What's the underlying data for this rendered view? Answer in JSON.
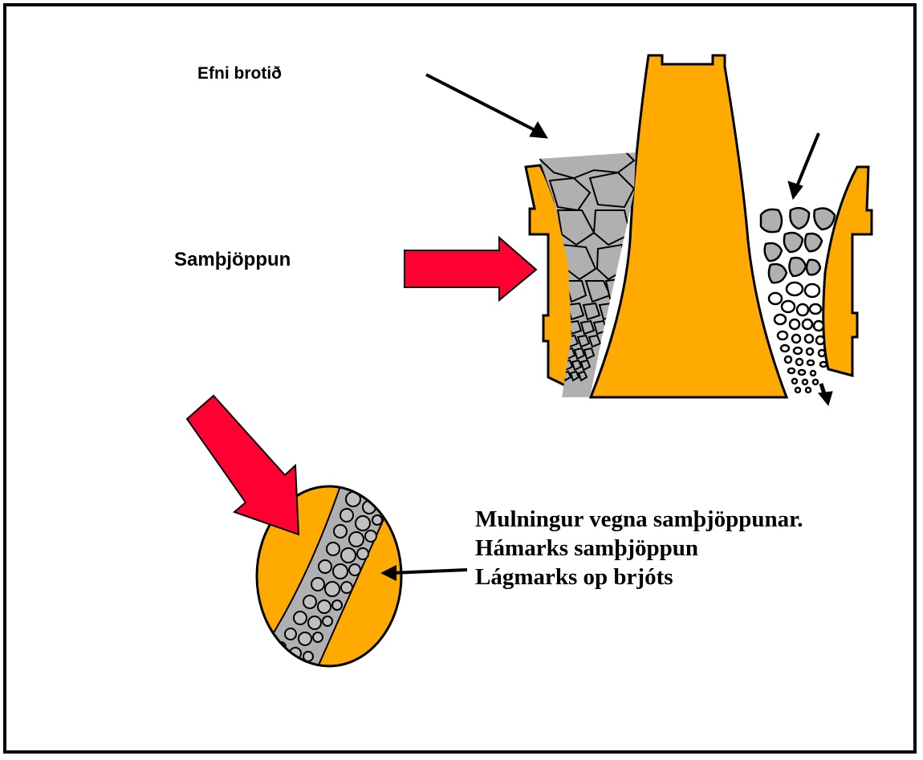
{
  "labels": {
    "material_broken": "Efni brotið",
    "compression": "Samþjöppun"
  },
  "caption": {
    "line1": "Mulningur vegna samþjöppunar.",
    "line2": "Hámarks samþjöppun",
    "line3": "Lágmarks op brjóts"
  },
  "colors": {
    "steel": "#FFAA00",
    "arrow_red": "#FF0033",
    "rock": "#B0B0B0",
    "outline": "#000000"
  }
}
